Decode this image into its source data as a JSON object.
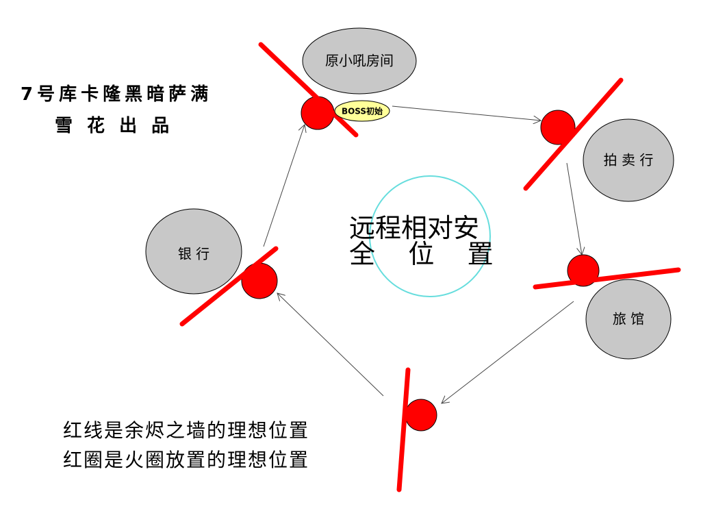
{
  "credits": {
    "line1": "7号库卡隆黑暗萨满",
    "line2": "雪  花  出  品"
  },
  "notes": {
    "line1": "红线是余烬之墙的理想位置",
    "line2": "红圈是火圈放置的理想位置"
  },
  "center": {
    "line1": "远程相对安",
    "line2": "全    位    置"
  },
  "zones": {
    "start_room": "原小吼房间",
    "auction": "拍  卖  行",
    "inn": "旅      馆",
    "bank": "银      行"
  },
  "boss_badge": "BOSS初始",
  "colors": {
    "wall": "#ff0000",
    "fire_circle": "#ff0000",
    "zone_fill": "#c8c8c8",
    "center_circle": "#66dddd",
    "badge_fill": "#ffff99"
  }
}
